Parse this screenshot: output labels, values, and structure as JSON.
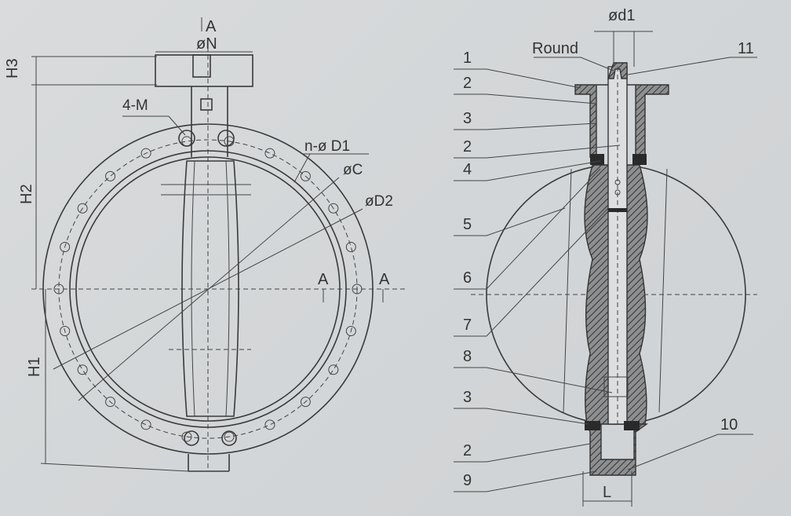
{
  "front_view": {
    "section_mark_top": "A",
    "dim_N": "øN",
    "dim_H3": "H3",
    "dim_H2": "H2",
    "dim_H1": "H1",
    "dim_4M": "4-M",
    "dim_nD1": "n-ø D1",
    "dim_C": "øC",
    "dim_D2": "øD2",
    "section_mark_left": "A",
    "section_mark_right": "A",
    "bolt_hole_count": 22
  },
  "section_view": {
    "dim_d1": "ød1",
    "round_label": "Round",
    "dim_L": "L",
    "part_labels_left": [
      "1",
      "2",
      "3",
      "2",
      "4",
      "5",
      "6",
      "7",
      "8",
      "3",
      "2",
      "9"
    ],
    "part_labels_right": [
      "11",
      "10"
    ]
  }
}
